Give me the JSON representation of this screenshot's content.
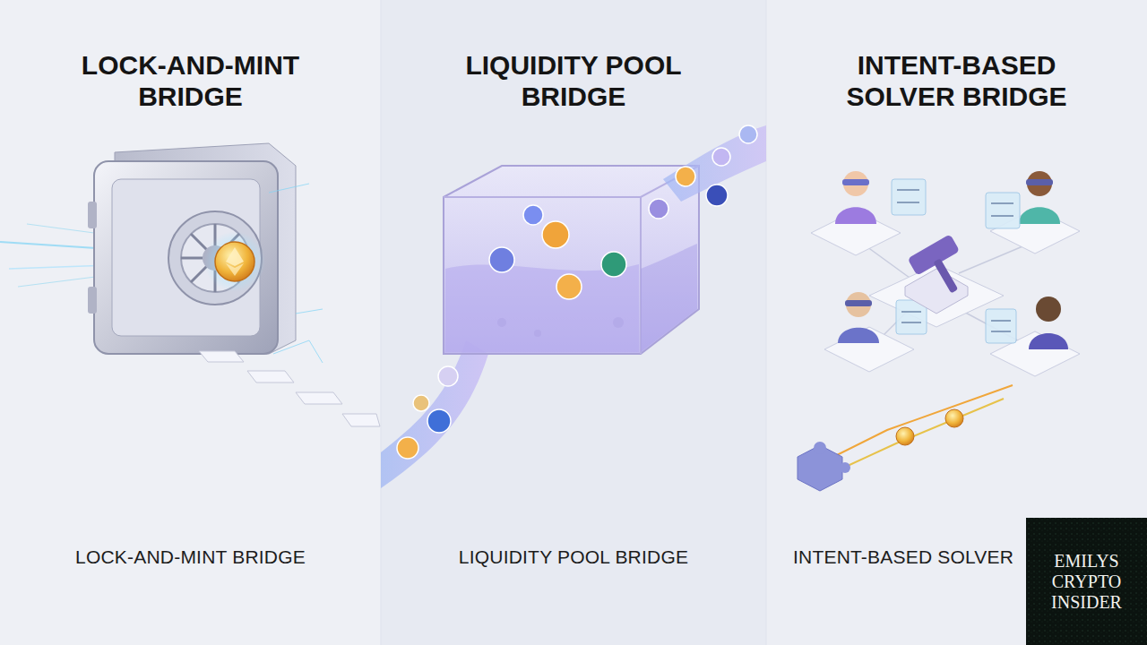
{
  "diagram": {
    "nodes": [
      {
        "text": [
          "LOCK-AND-MINT BRIDGE",
          "LOCK-AND-MINT BRIDGE"
        ]
      },
      {
        "text": [
          "LIQUIDITY POOL BRIDGE",
          "LIQUIDITY POOL BRIDGE"
        ]
      },
      {
        "text": [
          "INTENT-BASED SOLVER BRIDGE",
          "INTENT-BASED SOLVER"
        ]
      }
    ],
    "labels": [
      "EMILYS CRYPTO INSIDER"
    ]
  }
}
